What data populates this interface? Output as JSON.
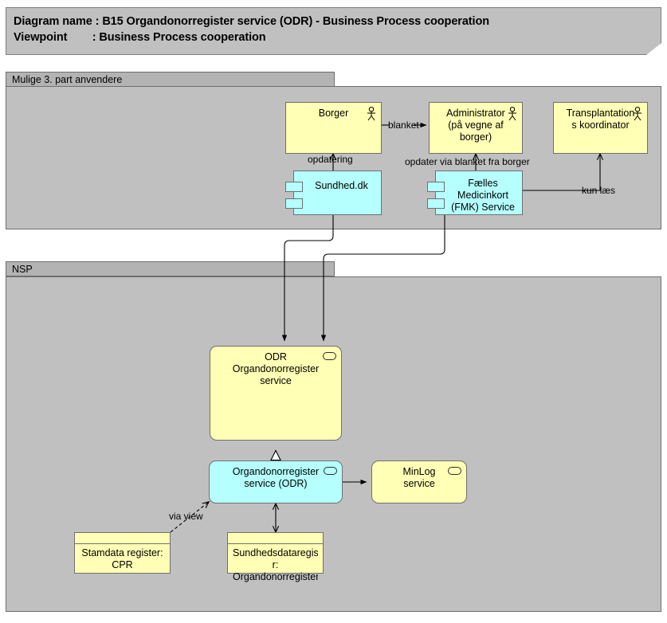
{
  "header": {
    "line1": "Diagram name : B15 Organdonorregister service (ODR) - Business Process cooperation",
    "line2": "Viewpoint        : Business Process cooperation"
  },
  "groups": [
    {
      "id": "mulige",
      "label": "Mulige 3. part anvendere"
    },
    {
      "id": "nsp",
      "label": "NSP"
    }
  ],
  "nodes": {
    "borger": {
      "label": "Borger",
      "type": "actor",
      "fill": "#ffffb5"
    },
    "administrator": {
      "label": "Administrator\n(på vegne af\nborger)",
      "type": "actor",
      "fill": "#ffffb5"
    },
    "transplantation": {
      "label": "Transplantation\ns koordinator",
      "type": "actor",
      "fill": "#ffffb5"
    },
    "sundhed_dk": {
      "label": "Sundhed.dk",
      "type": "component",
      "fill": "#b5ffff"
    },
    "fmk": {
      "label": "Fælles\nMedicinkort\n(FMK) Service",
      "type": "component",
      "fill": "#b5ffff"
    },
    "odr_service": {
      "label": "ODR\nOrgandonorregister\nservice",
      "type": "service",
      "fill": "#ffffb5"
    },
    "odr_app_service": {
      "label": "Organdonorregister\nservice (ODR)",
      "type": "service",
      "fill": "#b5ffff"
    },
    "minlog": {
      "label": "MinLog\nservice",
      "type": "service",
      "fill": "#ffffb5"
    },
    "cpr": {
      "label": "Stamdata register:\nCPR",
      "type": "datastore",
      "fill": "#ffffb5"
    },
    "sundhedsdata": {
      "label": "Sundhedsdataregiste\nr:\nOrgandonorregister",
      "type": "datastore",
      "fill": "#ffffb5"
    }
  },
  "edge_labels": {
    "blanket": "blanket",
    "opdatering": "opdatering",
    "opdater_via_blanket": "opdater via blanket fra borger",
    "kun_laes": "kun læs",
    "via_view": "via view"
  },
  "colors": {
    "yellow": "#ffffb5",
    "cyan": "#b5ffff",
    "group_bg": "#c0c0c0",
    "group_tab": "#b3b3b3",
    "border": "#707070",
    "line": "#000000"
  },
  "icons": {
    "actor": "actor-stick-figure-icon",
    "service": "rounded-rectangle-service-icon",
    "component": "uml-component-icon"
  }
}
